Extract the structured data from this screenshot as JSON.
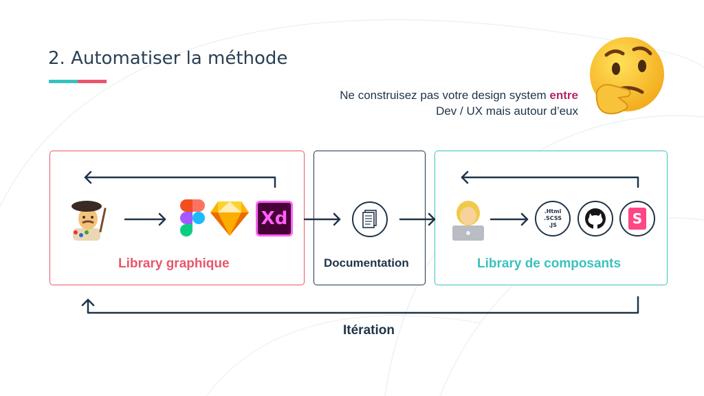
{
  "slide": {
    "title": "2. Automatiser la méthode",
    "accent_colors": [
      "#38c2bf",
      "#e9566a"
    ]
  },
  "quote": {
    "line1_before": "Ne construisez pas votre design system ",
    "line1_highlight": "entre",
    "line2": "Dev / UX mais autour d’eux"
  },
  "diagram": {
    "graphic_label": "Library graphique",
    "documentation_label": "Documentation",
    "components_label": "Library de composants",
    "iteration_label": "Itération",
    "graphic_icons": [
      "artist-emoji-icon",
      "figma-logo-icon",
      "sketch-logo-icon",
      "adobe-xd-logo-icon"
    ],
    "xd_text": "Xd",
    "component_icons": [
      "developer-emoji-icon",
      "code-files-icon",
      "github-logo-icon",
      "storybook-logo-icon"
    ],
    "code_lines": [
      ".Html",
      ".SCSS",
      ".JS"
    ],
    "storybook_letter": "S",
    "thinking_emoji": "thinking-face-icon"
  },
  "colors": {
    "graphic": "#e9566a",
    "components": "#38c2bf",
    "dark": "#1f3347",
    "highlight": "#b12765"
  }
}
